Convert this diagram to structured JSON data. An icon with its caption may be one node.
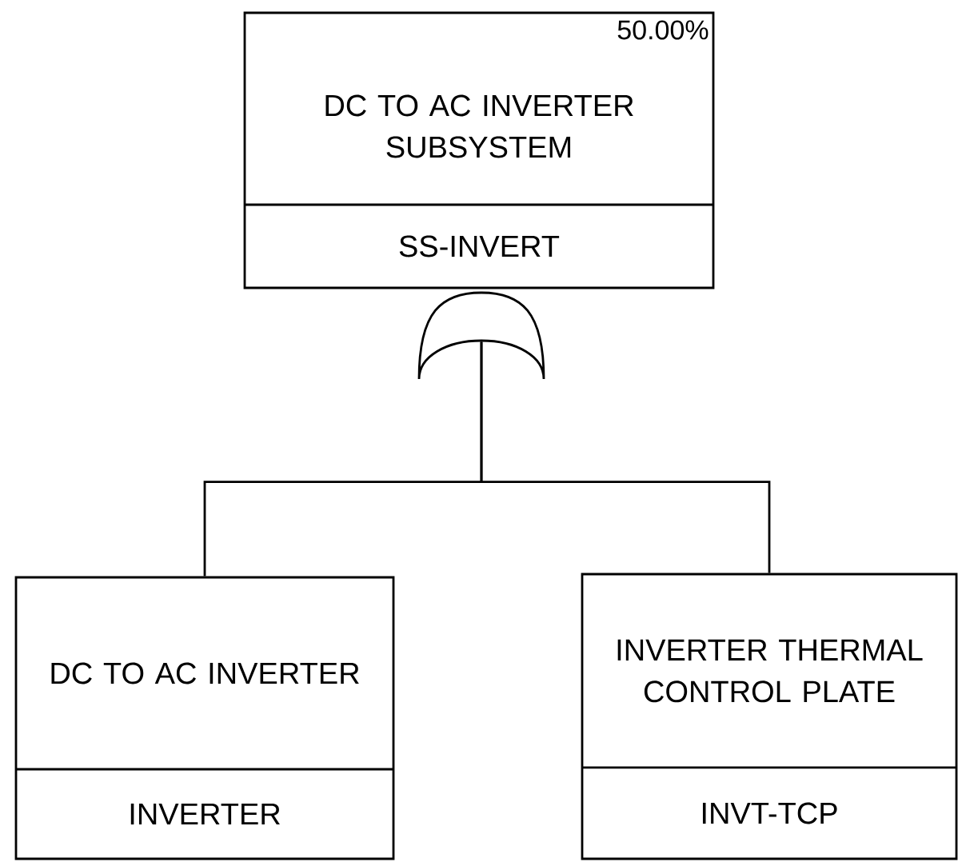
{
  "diagram": {
    "nodes": [
      {
        "text": [
          "50.00%",
          "DC TO AC INVERTER SUBSYSTEM",
          "SS-INVERT"
        ]
      },
      {
        "text": [],
        "shape": "gate"
      },
      {
        "text": [
          "DC TO AC INVERTER",
          "INVERTER"
        ]
      },
      {
        "text": [
          "INVERTER THERMAL CONTROL PLATE",
          "INVT-TCP"
        ]
      }
    ],
    "edges": [
      {
        "from": 1,
        "to": 2,
        "arrow": "none"
      },
      {
        "from": 1,
        "to": 3,
        "arrow": "none"
      }
    ]
  }
}
